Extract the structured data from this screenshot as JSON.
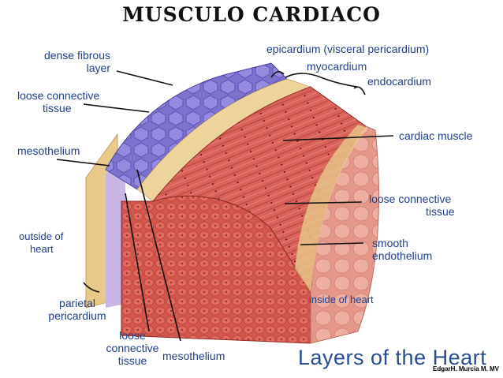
{
  "slide_title": "MUSCULO CARDIACO",
  "figure_title": "Layers of the Heart",
  "credit": "EdgarH. Murcia M.  MV",
  "labels": {
    "dense_fibrous": [
      "dense fibrous",
      "layer"
    ],
    "loose_ct_top": [
      "loose connective",
      "tissue"
    ],
    "mesothelium_left": "mesothelium",
    "outside_heart": [
      "outside of",
      "heart"
    ],
    "parietal": [
      "parietal",
      "pericardium"
    ],
    "loose_ct_bottom": [
      "loose",
      "connective",
      "tissue"
    ],
    "mesothelium_bottom": "mesothelium",
    "epicardium": "epicardium (visceral pericardium)",
    "myocardium": "myocardium",
    "endocardium": "endocardium",
    "cardiac_muscle": "cardiac muscle",
    "loose_ct_right": [
      "loose connective",
      "tissue"
    ],
    "smooth_endo": [
      "smooth",
      "endothelium"
    ],
    "inside_heart": "inside of heart"
  },
  "colors": {
    "label_text": "#1f3f8a",
    "muscle": "#d65a52",
    "pericardium": "#8a7fd6",
    "endothelium": "#e8a79a",
    "connective": "#e8c98a"
  }
}
